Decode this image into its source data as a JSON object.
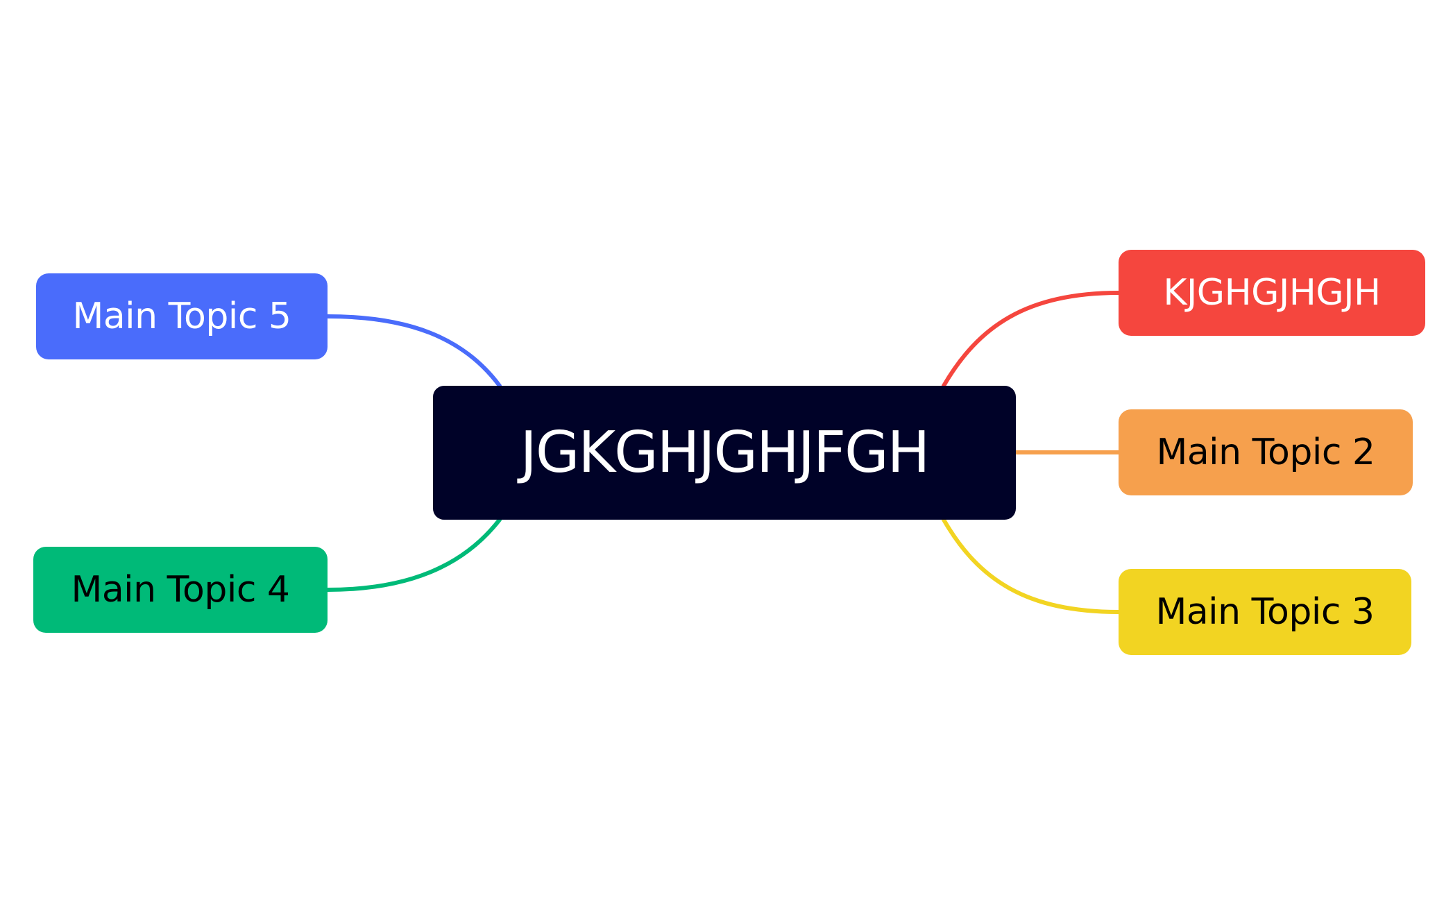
{
  "central": {
    "label": "JGKGHJGHJFGH",
    "bg": "#000228",
    "fg": "#ffffff"
  },
  "topics": [
    {
      "id": "t1",
      "label": "KJGHGJHGJH",
      "bg": "#F5463E",
      "fg": "#ffffff",
      "line": "#F5463E"
    },
    {
      "id": "t2",
      "label": "Main Topic 2",
      "bg": "#F6A04D",
      "fg": "#000000",
      "line": "#F6A04D"
    },
    {
      "id": "t3",
      "label": "Main Topic 3",
      "bg": "#F2D422",
      "fg": "#000000",
      "line": "#F2D422"
    },
    {
      "id": "t4",
      "label": "Main Topic 4",
      "bg": "#00BA78",
      "fg": "#000000",
      "line": "#00BA78"
    },
    {
      "id": "t5",
      "label": "Main Topic 5",
      "bg": "#4A6CFB",
      "fg": "#ffffff",
      "line": "#4A6CFB"
    }
  ]
}
